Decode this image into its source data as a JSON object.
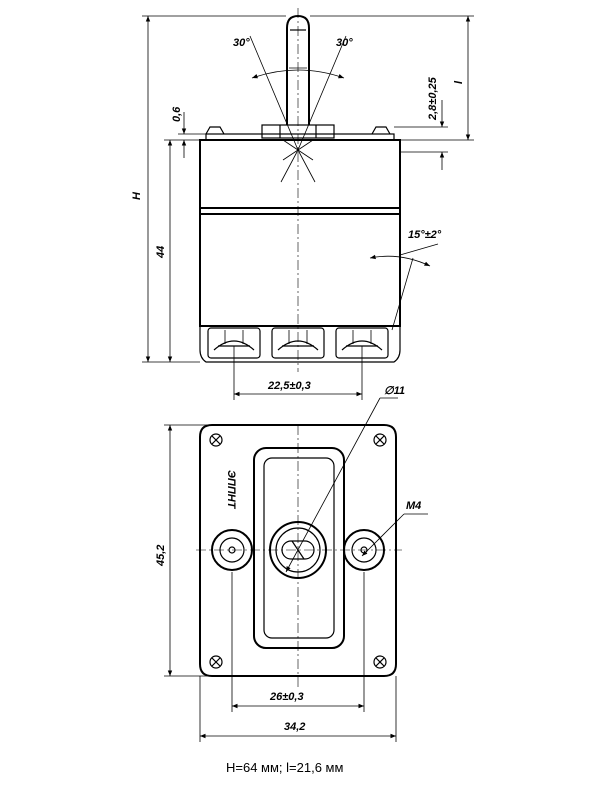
{
  "side_view": {
    "angle_left": "30°",
    "angle_right": "30°",
    "lever_tolerance": "2,8±0,25",
    "lever_length": "l",
    "flange_thickness": "0,6",
    "total_height": "H",
    "body_height": "44",
    "screw_pitch": "22,5±0,3",
    "tilt_angle": "15°±2°"
  },
  "front_view": {
    "hole_diameter": "∅11",
    "thread": "M4",
    "marking": "ЭППНТ",
    "plate_height": "45,2",
    "terminal_pitch": "26±0,3",
    "plate_width": "34,2"
  },
  "caption": "H=64 мм; l=21,6 мм"
}
